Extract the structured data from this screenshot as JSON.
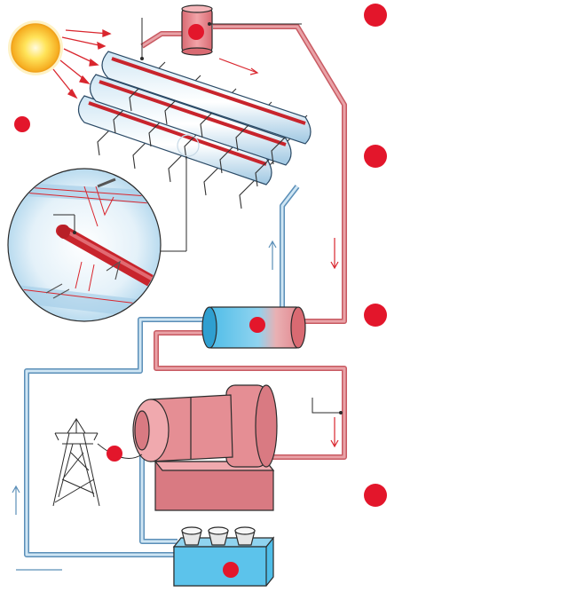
{
  "diagram": {
    "type": "solar-trough-power-plant",
    "components": [
      {
        "id": "sun",
        "icon": "sun-icon"
      },
      {
        "id": "parabolic-trough-collectors",
        "count": 3
      },
      {
        "id": "heat-exchanger"
      },
      {
        "id": "steam-turbine-generator"
      },
      {
        "id": "transmission-tower",
        "icon": "pylon-icon"
      },
      {
        "id": "cooling-tower",
        "count": 3
      },
      {
        "id": "expansion-tank"
      },
      {
        "id": "receiver-tube-detail"
      }
    ],
    "callout_markers": 9
  },
  "colors": {
    "hot_pipe": "#e08a8f",
    "hot_pipe_dark": "#c85a62",
    "cold_pipe": "#b8d8ec",
    "cold_pipe_dark": "#5b8fb8",
    "marker": "#e3162b",
    "sun_core": "#ffd21e",
    "sun_glow": "#f7a21b",
    "generator": "#e58e94",
    "exchanger_cold": "#5ec3ea",
    "exchanger_hot": "#e7959b",
    "cooling": "#69c3e8",
    "ray": "#d9262e"
  }
}
